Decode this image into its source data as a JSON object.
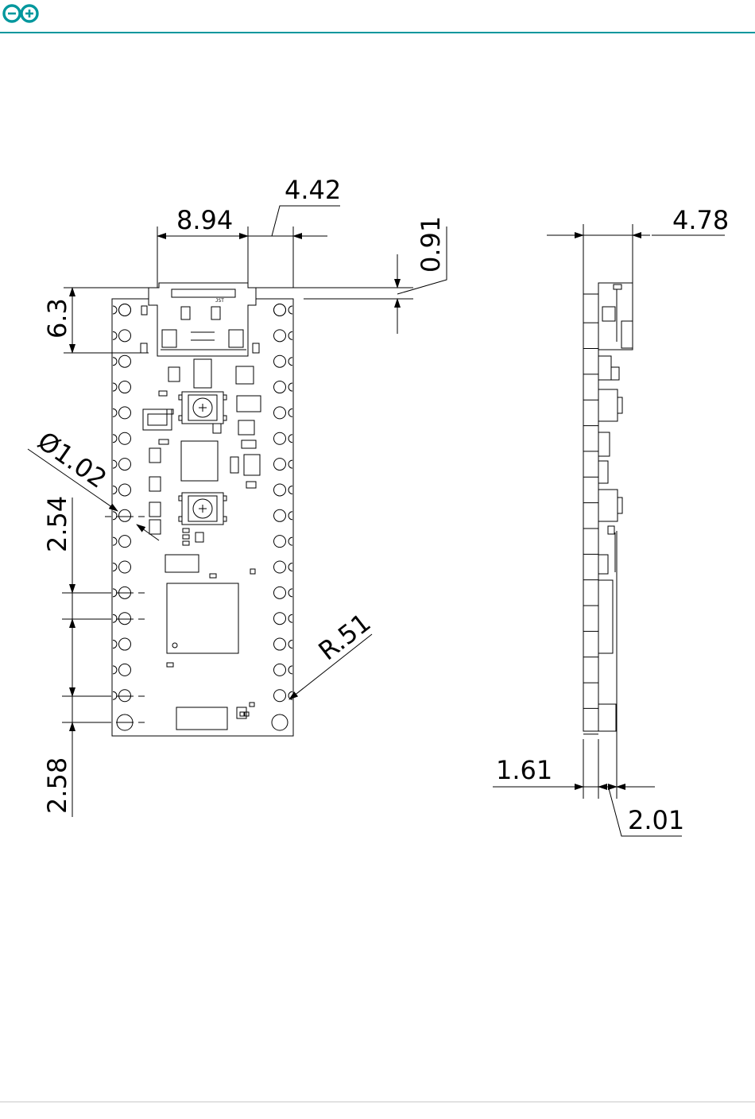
{
  "brand": {
    "logo": "arduino-logo-icon",
    "accent": "#00979D"
  },
  "top_view": {
    "dims": {
      "connector_width": "8.94",
      "connector_offset": "4.42",
      "connector_overhang": "0.91",
      "connector_depth": "6.3",
      "hole_diameter": "Ø1.02",
      "pin_pitch": "2.54",
      "corner_radius": "R.51",
      "edge_offset": "2.58"
    },
    "chip_label": "JST"
  },
  "side_view": {
    "dims": {
      "total_height": "4.78",
      "pcb_thickness": "1.61",
      "header_offset": "2.01"
    }
  }
}
